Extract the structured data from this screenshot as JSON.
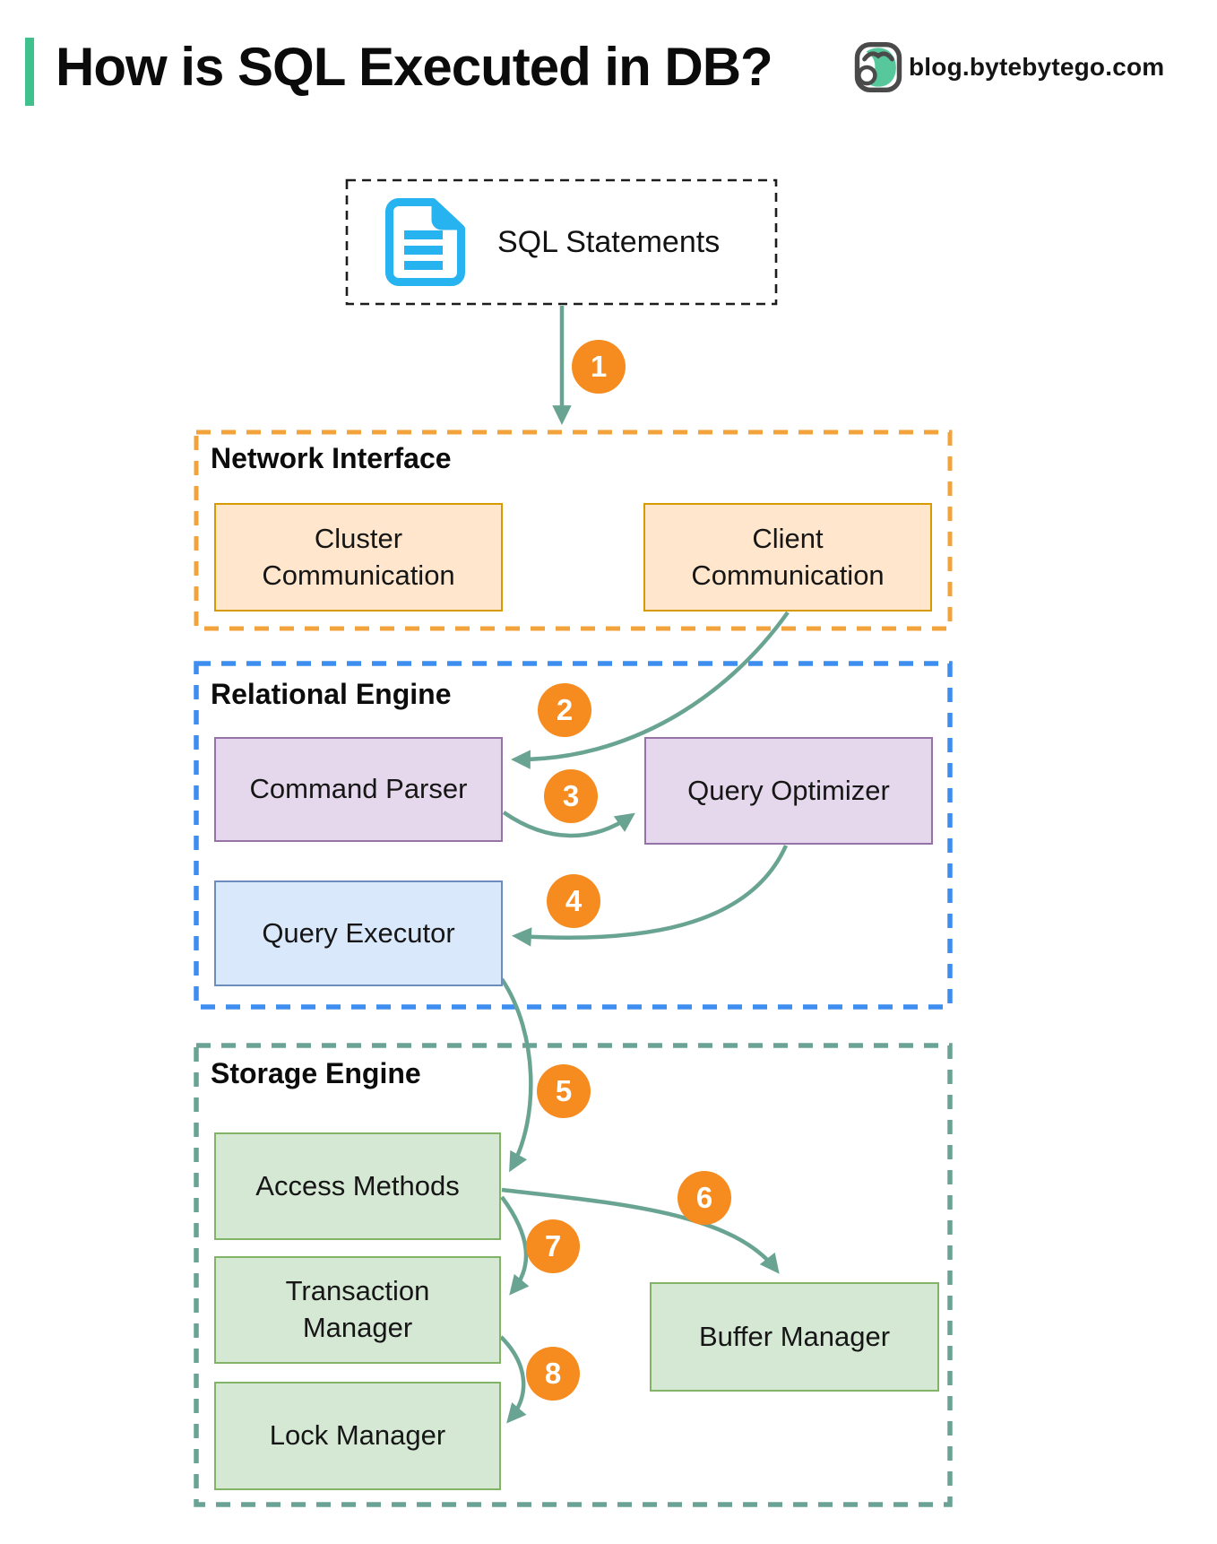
{
  "palette": {
    "accent_teal": "#3fc08d",
    "arrow_teal": "#69a492",
    "badge_orange": "#f68b1f",
    "network_border": "#f2a33c",
    "relational_border": "#3d8ef0",
    "storage_border": "#6aa396",
    "doc_icon_blue": "#26b3f0",
    "orange_node_fill": "#ffe6cc",
    "purple_node_fill": "#e5d8ec",
    "blue_node_fill": "#dae8fc",
    "green_node_fill": "#d5e8d4"
  },
  "header": {
    "title": "How is SQL Executed in DB?",
    "logo_text": "blog.bytebytego.com"
  },
  "source": {
    "label": "SQL Statements"
  },
  "sections": {
    "network": {
      "label": "Network Interface"
    },
    "relational": {
      "label": "Relational Engine"
    },
    "storage": {
      "label": "Storage Engine"
    }
  },
  "nodes": {
    "cluster_communication": {
      "label": "Cluster Communication"
    },
    "client_communication": {
      "label": "Client Communication"
    },
    "command_parser": {
      "label": "Command Parser"
    },
    "query_optimizer": {
      "label": "Query Optimizer"
    },
    "query_executor": {
      "label": "Query Executor"
    },
    "access_methods": {
      "label": "Access Methods"
    },
    "transaction_manager": {
      "label": "Transaction Manager"
    },
    "lock_manager": {
      "label": "Lock Manager"
    },
    "buffer_manager": {
      "label": "Buffer Manager"
    }
  },
  "steps": [
    "1",
    "2",
    "3",
    "4",
    "5",
    "6",
    "7",
    "8"
  ]
}
